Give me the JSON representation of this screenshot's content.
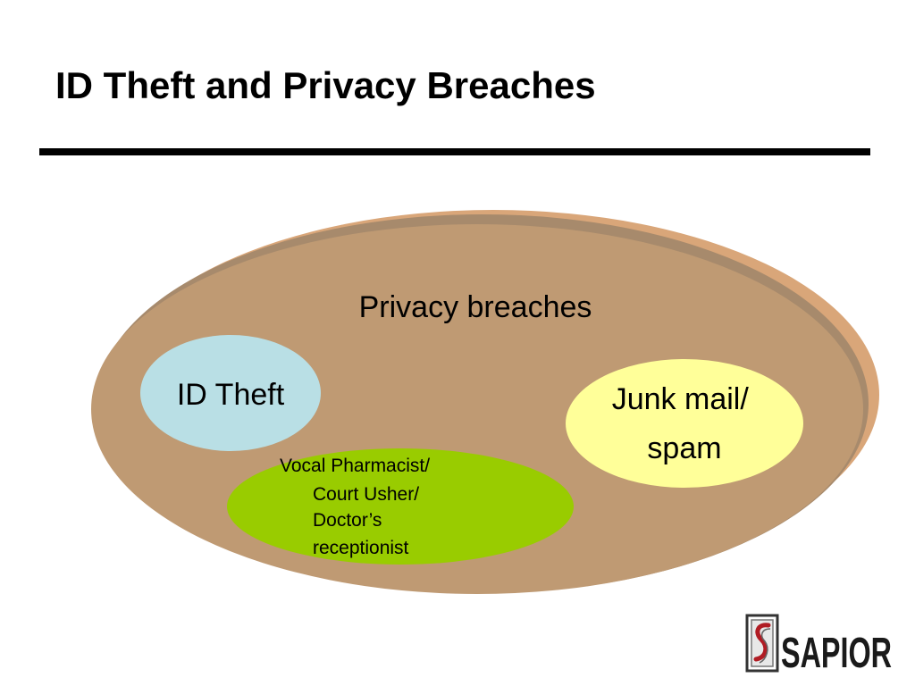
{
  "slide": {
    "title": "ID Theft and Privacy Breaches"
  },
  "diagram": {
    "outer_label": "Privacy breaches",
    "id_theft_label": "ID Theft",
    "junk_mail_lines": [
      "Junk mail/",
      "spam"
    ],
    "vocal_lines": [
      "Vocal Pharmacist/",
      "Court Usher/",
      "Doctor’s",
      "receptionist"
    ]
  },
  "colors": {
    "outer_fill": "#bf9a73",
    "outer_rim": "#d9a679",
    "outer_rim_top": "#a78a6c",
    "id_theft_fill": "#b9dfe5",
    "junk_mail_fill": "#ffff99",
    "vocal_fill": "#99cc00",
    "title_rule": "#000000"
  },
  "logo": {
    "text": "SAPIOR"
  }
}
